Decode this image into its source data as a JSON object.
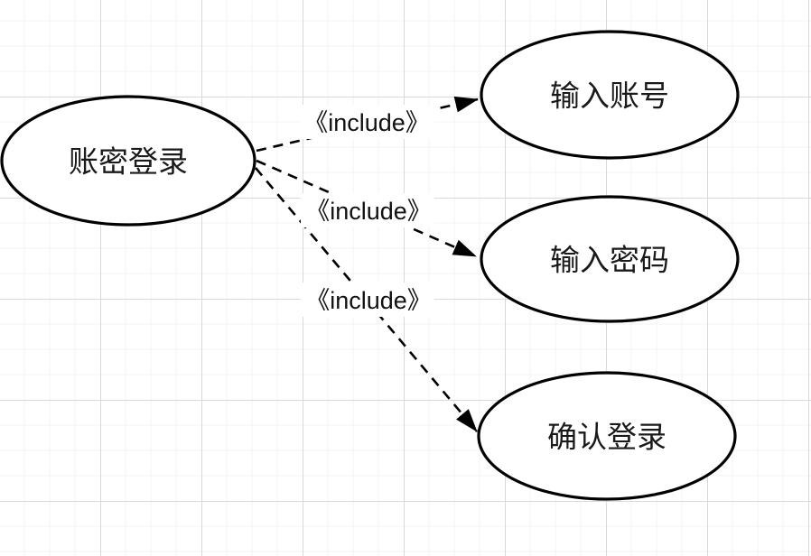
{
  "diagram": {
    "kind": "uml-use-case-diagram",
    "nodes": [
      {
        "id": "login",
        "label": "账密登录"
      },
      {
        "id": "enter-account",
        "label": "输入账号"
      },
      {
        "id": "enter-password",
        "label": "输入密码"
      },
      {
        "id": "confirm-login",
        "label": "确认登录"
      }
    ],
    "edges": [
      {
        "from": "login",
        "to": "enter-account",
        "label": "《include》",
        "style": "dashed-arrow"
      },
      {
        "from": "login",
        "to": "enter-password",
        "label": "《include》",
        "style": "dashed-arrow"
      },
      {
        "from": "login",
        "to": "confirm-login",
        "label": "《include》",
        "style": "dashed-arrow"
      }
    ],
    "colors": {
      "shape_stroke": "#000000",
      "shape_fill": "#ffffff",
      "text": "#1a1a1a",
      "grid_major": "#d9d9d9",
      "grid_minor": "#f3f3f3",
      "canvas": "#ffffff"
    }
  }
}
